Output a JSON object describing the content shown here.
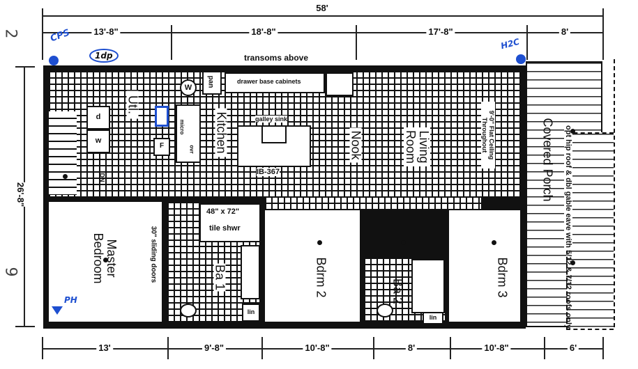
{
  "dimensions": {
    "overall_width": "58'",
    "top_segments": [
      "13'-8\"",
      "18'-8\"",
      "17'-8\"",
      "8'"
    ],
    "depth": "26'-8\"",
    "bottom_segments": [
      "13'",
      "9'-8\"",
      "10'-8\"",
      "8'",
      "10'-8\"",
      "6'"
    ]
  },
  "notes": {
    "transoms": "transoms above",
    "roof": "opt hip roof & dbl gable eave with 5/12 & 7/12 roofs only",
    "ceiling": "9'-0\" Flat Ceiling Throughout",
    "sliding": "30\" sliding doors",
    "shower": "48\" x 72\"",
    "shower2": "tile shwr",
    "cabinets": "drawer base cabinets",
    "sink": "galley sink",
    "island": "IB-367"
  },
  "rooms": {
    "utility": "Utl.",
    "kitchen": "Kitchen",
    "nook": "Nook",
    "living": "Living Room",
    "porch": "Covered Porch",
    "master": "Master Bedroom",
    "bath1": "Ba 1",
    "bdrm2": "Bdrm 2",
    "bath2": "Ba 2",
    "bdrm3": "Bdrm 3"
  },
  "fixtures": {
    "pan": "pan",
    "micro": "micro",
    "ovr": "ovr",
    "dryer": "d",
    "washer": "w",
    "freezer": "F",
    "heater": "W",
    "stairs": "DN",
    "linen1": "lin",
    "linen2": "lin"
  },
  "annotations": {
    "a1": "CPS",
    "a2": "1dp",
    "a3": "H2C",
    "a4": "PH",
    "a5": "2",
    "a6": "9"
  },
  "colors": {
    "ink": "#111111",
    "annotation": "#1e4fd0"
  }
}
